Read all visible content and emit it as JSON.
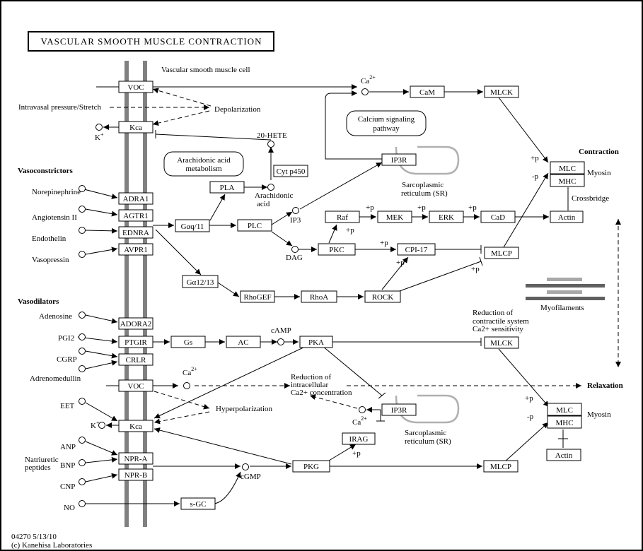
{
  "title": "VASCULAR SMOOTH MUSCLE CONTRACTION",
  "cell_label": "Vascular smooth muscle cell",
  "footer": {
    "line1": "04270 5/13/10",
    "line2": "(c) Kanehisa Laboratories"
  },
  "genes": {
    "voc": "VOC",
    "kca": "Kca",
    "adra1": "ADRA1",
    "agtr1": "AGTR1",
    "ednra": "EDNRA",
    "avpr1": "AVPR1",
    "adora2": "ADORA2",
    "ptgir": "PTGIR",
    "crlr": "CRLR",
    "npra": "NPR-A",
    "nprb": "NPR-B",
    "gaq": "Gαq/11",
    "ga12": "Gα12/13",
    "pla": "PLA",
    "plc": "PLC",
    "pkc": "PKC",
    "raf": "Raf",
    "mek": "MEK",
    "erk": "ERK",
    "cad": "CaD",
    "cpi17": "CPI-17",
    "mlcp": "MLCP",
    "rhogef": "RhoGEF",
    "rhoa": "RhoA",
    "rock": "ROCK",
    "cam": "CaM",
    "mlck": "MLCK",
    "ip3r": "IP3R",
    "cyp450": "Cyt p450",
    "mlc": "MLC",
    "mhc": "MHC",
    "actin": "Actin",
    "gs": "Gs",
    "ac": "AC",
    "pka": "PKA",
    "irag": "IRAG",
    "pkg": "PKG",
    "sgc": "s-GC"
  },
  "labels": {
    "vasoconstrictors": "Vasoconstrictors",
    "vasodilators": "Vasodilators",
    "norepinephrine": "Norepinephrine",
    "angiotensin": "Angiotensin II",
    "endothelin": "Endothelin",
    "vasopressin": "Vasopressin",
    "adenosine": "Adenosine",
    "pgi2": "PGI2",
    "cgrp": "CGRP",
    "adrenomedullin": "Adrenomedullin",
    "eet": "EET",
    "anp": "ANP",
    "bnp": "BNP",
    "cnp": "CNP",
    "no": "NO",
    "natriuretic1": "Natriuretic",
    "natriuretic2": "peptides",
    "intravasal": "Intravasal pressure/Stretch",
    "depolarization": "Depolarization",
    "hyperpolarization": "Hyperpolarization",
    "hete": "20-HETE",
    "arachidonic_acid1": "Arachidonic",
    "arachidonic_acid2": "acid",
    "ip3": "IP3",
    "dag": "DAG",
    "camp": "cAMP",
    "cgmp": "cGMP",
    "ca": "Ca",
    "ca_sup": "2+",
    "k": "K",
    "k_sup": "+",
    "plus_p": "+p",
    "minus_p": "-p",
    "calcium_pathway1": "Calcium signaling",
    "calcium_pathway2": "pathway",
    "aa_metab1": "Arachidonic acid",
    "aa_metab2": "metabolism",
    "sr1": "Sarcoplasmic",
    "sr2": "reticulum (SR)",
    "contraction": "Contraction",
    "relaxation": "Relaxation",
    "myosin": "Myosin",
    "crossbridge": "Crossbridge",
    "myofilaments": "Myofilaments",
    "reduction_ca1": "Reduction of",
    "reduction_ca2": "intracellular",
    "reduction_ca3": "Ca2+ concentration",
    "reduction_sens1": "Reduction of",
    "reduction_sens2": "contractile system",
    "reduction_sens3": "Ca2+ sensitivity"
  }
}
